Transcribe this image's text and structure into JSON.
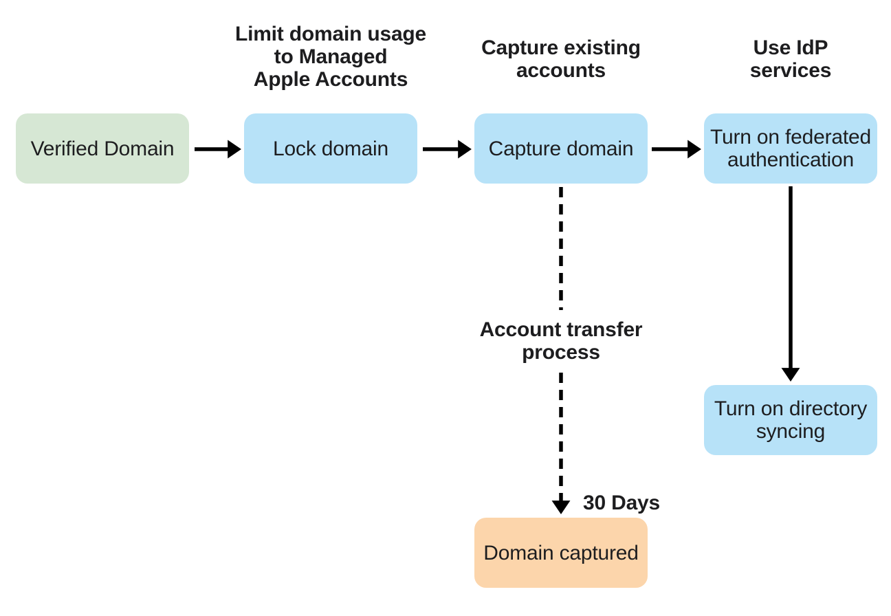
{
  "colors": {
    "background": "#ffffff",
    "text": "#1d1d1f",
    "arrow": "#000000",
    "node_green": "#d6e7d4",
    "node_blue": "#b7e2f8",
    "node_orange": "#fcd5ab"
  },
  "nodes": [
    {
      "id": "verified-domain",
      "label": "Verified Domain"
    },
    {
      "id": "lock-domain",
      "label": "Lock domain"
    },
    {
      "id": "capture-domain",
      "label": "Capture domain"
    },
    {
      "id": "federated-authentication",
      "label": "Turn on federated\nauthentication"
    },
    {
      "id": "directory-syncing",
      "label": "Turn on directory\nsyncing"
    },
    {
      "id": "domain-captured",
      "label": "Domain captured"
    }
  ],
  "captions": [
    {
      "text": "Limit domain usage\nto Managed\nApple Accounts"
    },
    {
      "text": "Capture existing\naccounts"
    },
    {
      "text": "Use IdP\nservices"
    }
  ],
  "edge_labels": {
    "account_transfer": "Account transfer\nprocess",
    "thirty_days": "30 Days"
  }
}
